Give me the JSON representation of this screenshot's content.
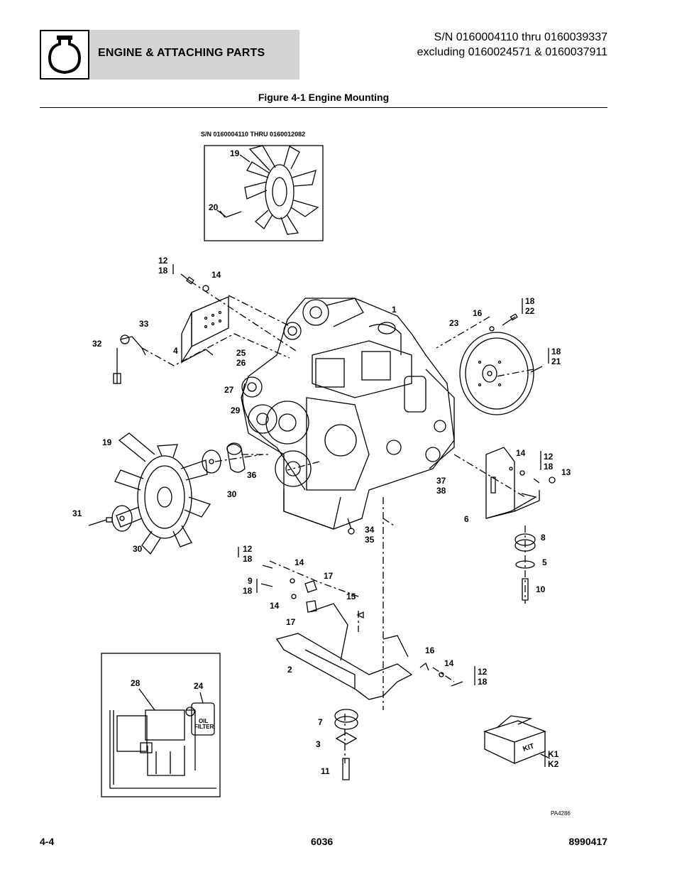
{
  "header": {
    "section_title": "ENGINE & ATTACHING PARTS",
    "sn_line1": "S/N 0160004110 thru 0160039337",
    "sn_line2": "excluding 0160024571 & 0160037911",
    "icon": "engine-section-icon"
  },
  "figure_title": "Figure 4-1 Engine Mounting",
  "inset_caption": "S/N 0160004110 THRU 0160012082",
  "callouts": {
    "c1": "1",
    "c2": "2",
    "c3": "3",
    "c4": "4",
    "c5": "5",
    "c6": "6",
    "c7": "7",
    "c8": "8",
    "c9": "9",
    "c10": "10",
    "c11": "11",
    "c12": "12",
    "c13": "13",
    "c14": "14",
    "c15": "15",
    "c16": "16",
    "c17": "17",
    "c18": "18",
    "c19": "19",
    "c20": "20",
    "c21": "21",
    "c22": "22",
    "c23": "23",
    "c24": "24",
    "c25": "25",
    "c26": "26",
    "c27": "27",
    "c28": "28",
    "c29": "29",
    "c30": "30",
    "c31": "31",
    "c32": "32",
    "c33": "33",
    "c34": "34",
    "c35": "35",
    "c36": "36",
    "c37": "37",
    "c38": "38",
    "k1": "K1",
    "k2": "K2"
  },
  "kit_label": "KIT",
  "oil_filter_label1": "OIL",
  "oil_filter_label2": "FILTER",
  "drawing_id": "PA4286",
  "footer": {
    "page": "4-4",
    "model": "6036",
    "doc_number": "8990417"
  }
}
